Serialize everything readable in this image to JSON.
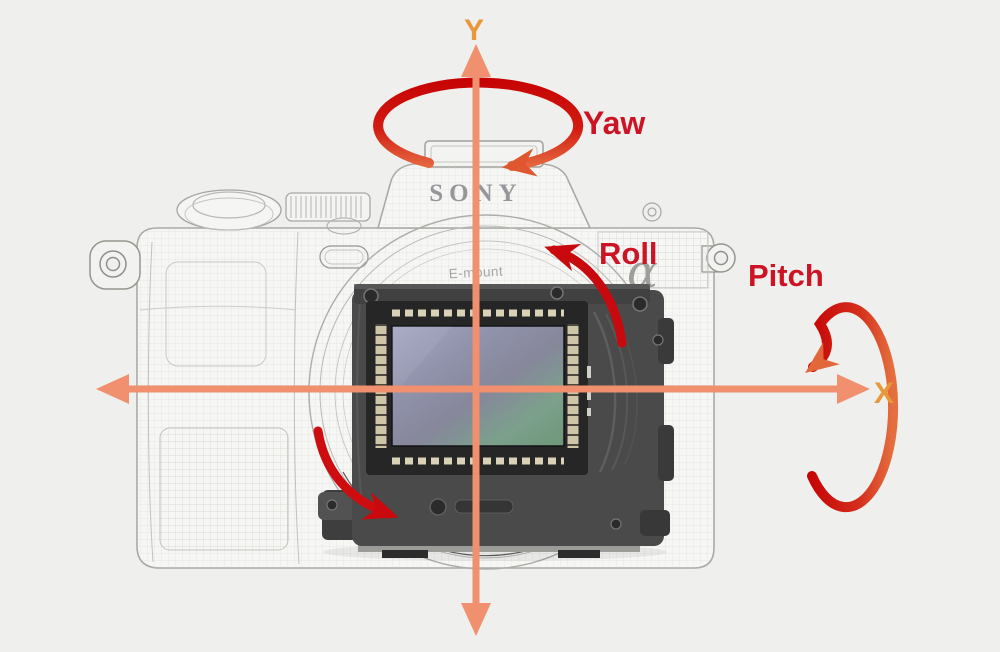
{
  "diagram": {
    "camera": {
      "brand_logo": "SONY",
      "mount_label": "E-mount",
      "alpha_badge": "α"
    },
    "axes": {
      "vertical_label": "Y",
      "horizontal_label": "X"
    },
    "rotations": {
      "yaw_label": "Yaw",
      "roll_label": "Roll",
      "pitch_label": "Pitch"
    }
  },
  "colors": {
    "background": "#EFEFED",
    "axis_arrow_salmon": "#F0906E",
    "axis_label_orange": "#E8973B",
    "rotation_label_red": "#CD1425",
    "rotation_arc_red": "#C80A0E",
    "rotation_arc_orange": "#E2683C",
    "wireframe_gray": "#A9A9A5",
    "sensor_frame_gray": "#4A4A4A",
    "sensor_surface_blue": "#A6A8C4",
    "sensor_surface_green": "#6E9778",
    "logo_gray": "#97979B"
  }
}
